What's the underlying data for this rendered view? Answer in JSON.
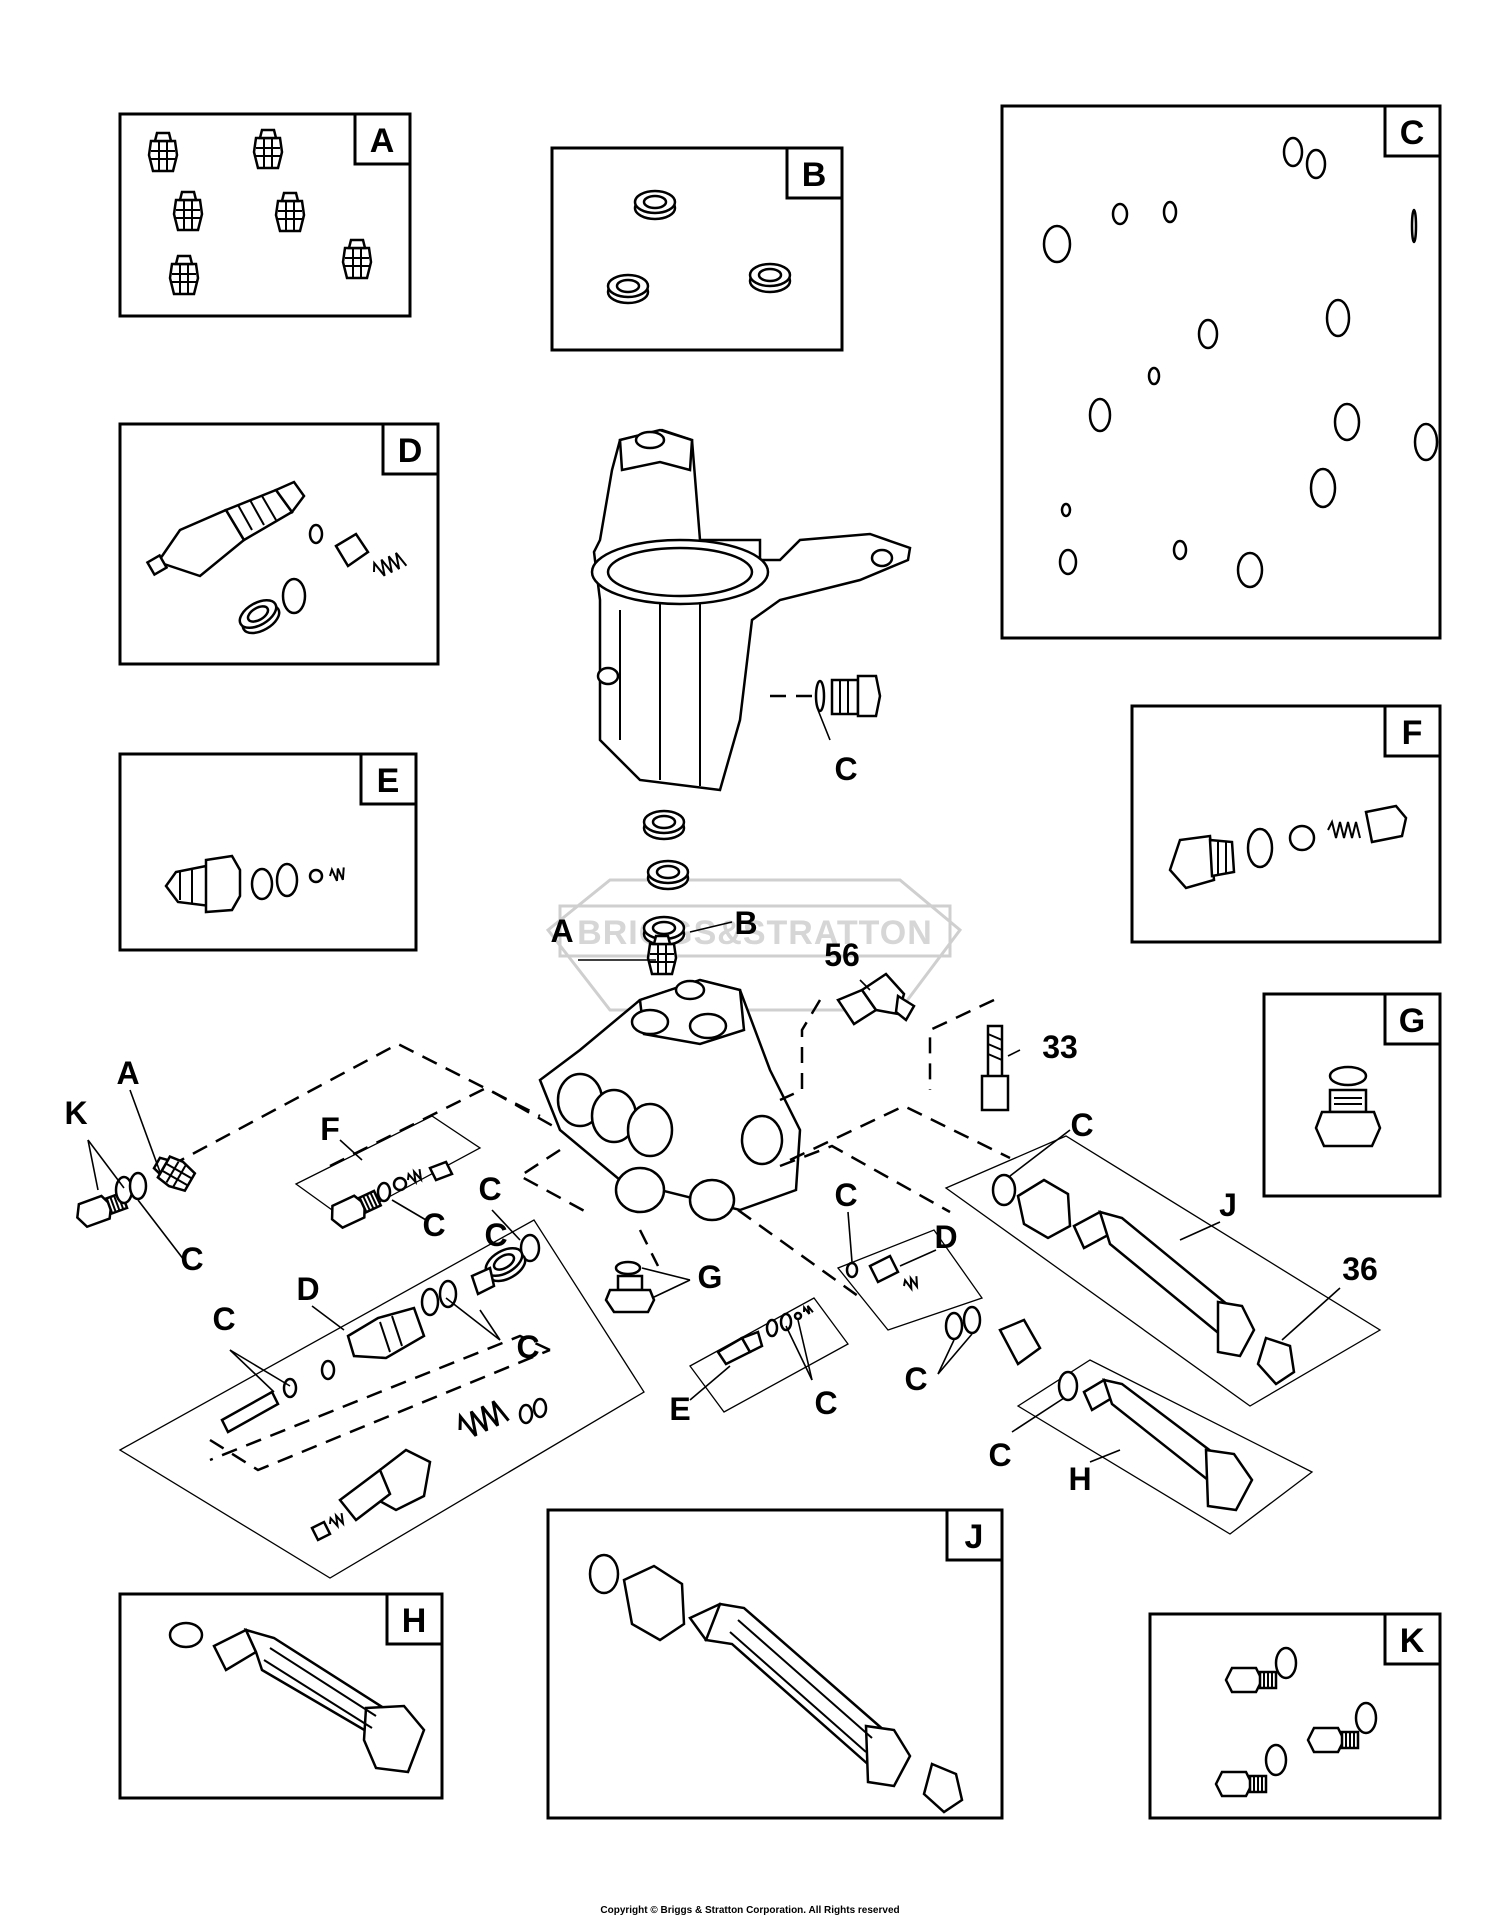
{
  "watermark": "BRIGGS&STRATTON",
  "kits": [
    {
      "id": "A",
      "label": "A"
    },
    {
      "id": "B",
      "label": "B"
    },
    {
      "id": "C",
      "label": "C"
    },
    {
      "id": "D",
      "label": "D"
    },
    {
      "id": "E",
      "label": "E"
    },
    {
      "id": "F",
      "label": "F"
    },
    {
      "id": "G",
      "label": "G"
    },
    {
      "id": "H",
      "label": "H"
    },
    {
      "id": "J",
      "label": "J"
    },
    {
      "id": "K",
      "label": "K"
    }
  ],
  "callouts": [
    "C",
    "B",
    "A",
    "56",
    "33",
    "A",
    "K",
    "C",
    "F",
    "C",
    "C",
    "C",
    "G",
    "C",
    "D",
    "J",
    "36",
    "D",
    "C",
    "C",
    "C",
    "E",
    "C",
    "C",
    "C",
    "H"
  ],
  "copyright": "Copyright © Briggs & Stratton Corporation. All Rights reserved"
}
